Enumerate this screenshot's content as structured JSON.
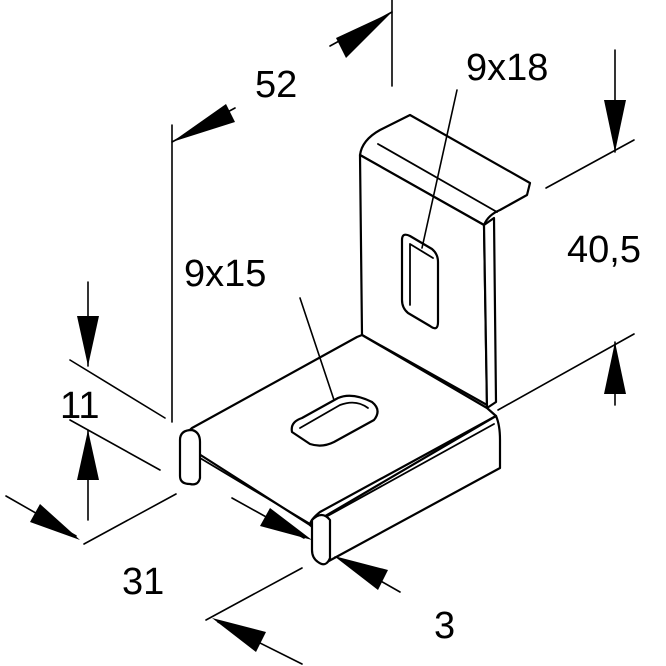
{
  "diagram": {
    "dimensions": {
      "width_top": "52",
      "slot_upper": "9x18",
      "height_right": "40,5",
      "slot_lower": "9x15",
      "base_height": "11",
      "depth": "31",
      "thickness": "3"
    },
    "colors": {
      "ink": "#000000",
      "paper": "#ffffff"
    }
  }
}
